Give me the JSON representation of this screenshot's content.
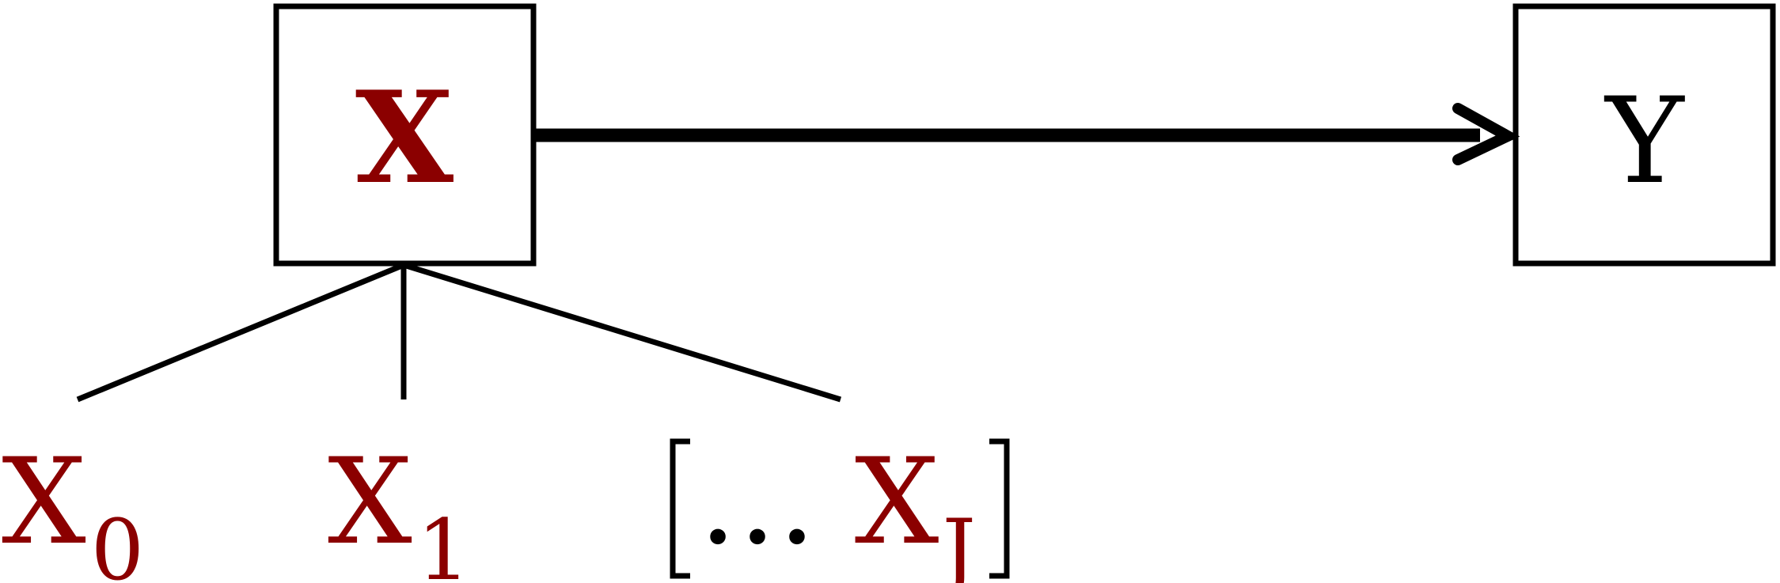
{
  "nodes": {
    "x": {
      "label": "X",
      "color": "#8b0000"
    },
    "y": {
      "label": "Y",
      "color": "#000000"
    }
  },
  "children": [
    {
      "base": "X",
      "sub": "0",
      "color": "#8b0000"
    },
    {
      "base": "X",
      "sub": "1",
      "color": "#8b0000"
    },
    {
      "prefix": "… ",
      "base": "X",
      "sub": "J",
      "color": "#8b0000",
      "bracketed": true
    }
  ]
}
